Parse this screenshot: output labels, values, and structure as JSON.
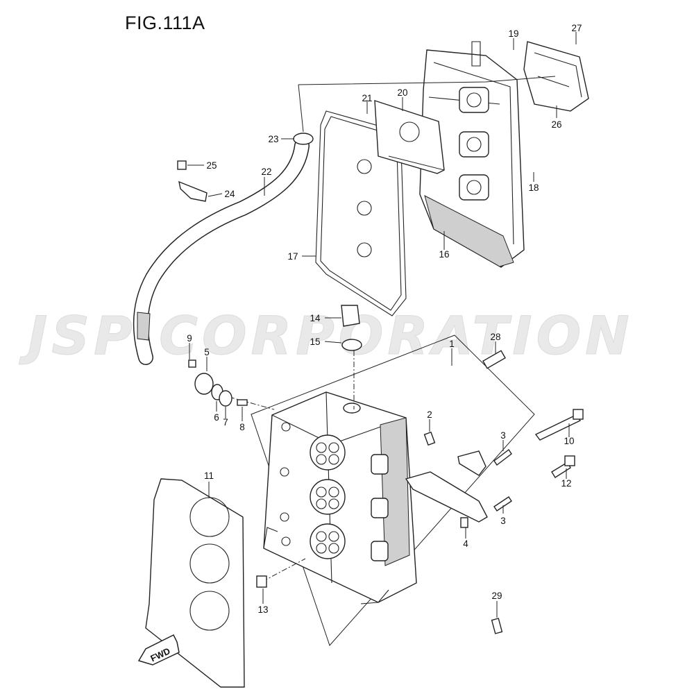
{
  "figure": {
    "title": "FIG.111A"
  },
  "watermark": {
    "text": "JSP CORPORATION",
    "color": "#e6e6e6"
  },
  "fwd_arrow": {
    "label": "FWD"
  },
  "callouts": [
    {
      "id": "1",
      "label": "1"
    },
    {
      "id": "2",
      "label": "2"
    },
    {
      "id": "3a",
      "label": "3"
    },
    {
      "id": "3b",
      "label": "3"
    },
    {
      "id": "4",
      "label": "4"
    },
    {
      "id": "5",
      "label": "5"
    },
    {
      "id": "6",
      "label": "6"
    },
    {
      "id": "7",
      "label": "7"
    },
    {
      "id": "8",
      "label": "8"
    },
    {
      "id": "9",
      "label": "9"
    },
    {
      "id": "10",
      "label": "10"
    },
    {
      "id": "11",
      "label": "11"
    },
    {
      "id": "12",
      "label": "12"
    },
    {
      "id": "13",
      "label": "13"
    },
    {
      "id": "14",
      "label": "14"
    },
    {
      "id": "15",
      "label": "15"
    },
    {
      "id": "16",
      "label": "16"
    },
    {
      "id": "17",
      "label": "17"
    },
    {
      "id": "18",
      "label": "18"
    },
    {
      "id": "19",
      "label": "19"
    },
    {
      "id": "20",
      "label": "20"
    },
    {
      "id": "21",
      "label": "21"
    },
    {
      "id": "22",
      "label": "22"
    },
    {
      "id": "23",
      "label": "23"
    },
    {
      "id": "24",
      "label": "24"
    },
    {
      "id": "25",
      "label": "25"
    },
    {
      "id": "26",
      "label": "26"
    },
    {
      "id": "27",
      "label": "27"
    },
    {
      "id": "28",
      "label": "28"
    },
    {
      "id": "29",
      "label": "29"
    }
  ]
}
